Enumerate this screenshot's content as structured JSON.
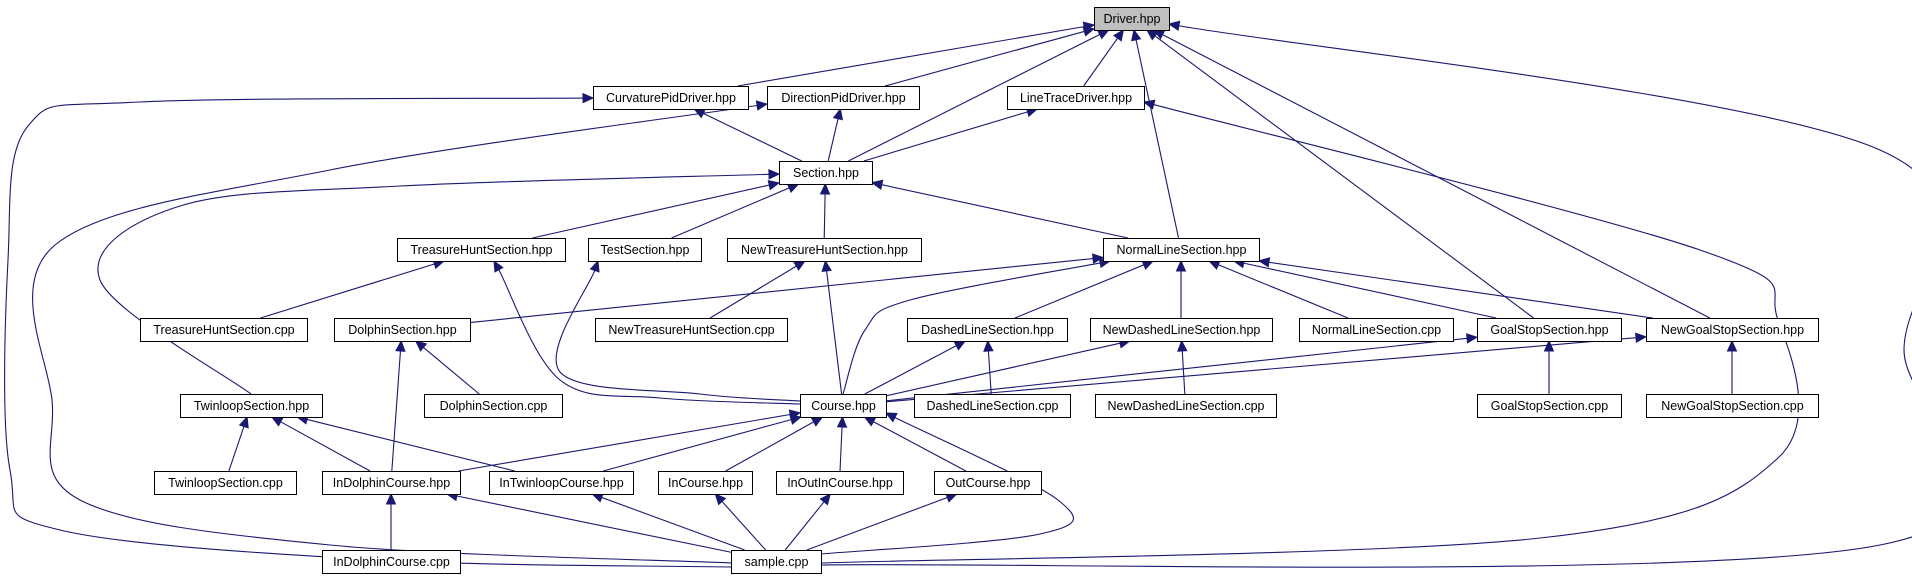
{
  "diagram": {
    "colors": {
      "edge": "#191970",
      "node_border": "#000000",
      "node_fill": "#ffffff",
      "current_fill": "#bfbfbf"
    },
    "nodes": [
      {
        "id": "driver_hpp",
        "label": "Driver.hpp",
        "current": true
      },
      {
        "id": "curvaturepiddriver_hpp",
        "label": "CurvaturePidDriver.hpp"
      },
      {
        "id": "directionpiddriver_hpp",
        "label": "DirectionPidDriver.hpp"
      },
      {
        "id": "linetracedriver_hpp",
        "label": "LineTraceDriver.hpp"
      },
      {
        "id": "section_hpp",
        "label": "Section.hpp"
      },
      {
        "id": "treasurehuntsection_hpp",
        "label": "TreasureHuntSection.hpp"
      },
      {
        "id": "testsection_hpp",
        "label": "TestSection.hpp"
      },
      {
        "id": "newtreasurehuntsection_hpp",
        "label": "NewTreasureHuntSection.hpp"
      },
      {
        "id": "normallinesection_hpp",
        "label": "NormalLineSection.hpp"
      },
      {
        "id": "treasurehuntsection_cpp",
        "label": "TreasureHuntSection.cpp"
      },
      {
        "id": "dolphinsection_hpp",
        "label": "DolphinSection.hpp"
      },
      {
        "id": "newtreasurehuntsection_cpp",
        "label": "NewTreasureHuntSection.cpp"
      },
      {
        "id": "dashedlinesection_hpp",
        "label": "DashedLineSection.hpp"
      },
      {
        "id": "newdashedlinesection_hpp",
        "label": "NewDashedLineSection.hpp"
      },
      {
        "id": "normallinesection_cpp",
        "label": "NormalLineSection.cpp"
      },
      {
        "id": "goalstopsection_hpp",
        "label": "GoalStopSection.hpp"
      },
      {
        "id": "newgoalstopsection_hpp",
        "label": "NewGoalStopSection.hpp"
      },
      {
        "id": "twinloopsection_hpp",
        "label": "TwinloopSection.hpp"
      },
      {
        "id": "dolphinsection_cpp",
        "label": "DolphinSection.cpp"
      },
      {
        "id": "course_hpp",
        "label": "Course.hpp"
      },
      {
        "id": "dashedlinesection_cpp",
        "label": "DashedLineSection.cpp"
      },
      {
        "id": "newdashedlinesection_cpp",
        "label": "NewDashedLineSection.cpp"
      },
      {
        "id": "goalstopsection_cpp",
        "label": "GoalStopSection.cpp"
      },
      {
        "id": "newgoalstopsection_cpp",
        "label": "NewGoalStopSection.cpp"
      },
      {
        "id": "twinloopsection_cpp",
        "label": "TwinloopSection.cpp"
      },
      {
        "id": "indolphincourse_hpp",
        "label": "InDolphinCourse.hpp"
      },
      {
        "id": "intwinloopcourse_hpp",
        "label": "InTwinloopCourse.hpp"
      },
      {
        "id": "incourse_hpp",
        "label": "InCourse.hpp"
      },
      {
        "id": "inoutincourse_hpp",
        "label": "InOutInCourse.hpp"
      },
      {
        "id": "outcourse_hpp",
        "label": "OutCourse.hpp"
      },
      {
        "id": "indolphincourse_cpp",
        "label": "InDolphinCourse.cpp"
      },
      {
        "id": "sample_cpp",
        "label": "sample.cpp"
      }
    ],
    "edges": [
      {
        "from": "curvaturepiddriver_hpp",
        "to": "driver_hpp"
      },
      {
        "from": "directionpiddriver_hpp",
        "to": "driver_hpp"
      },
      {
        "from": "linetracedriver_hpp",
        "to": "driver_hpp"
      },
      {
        "from": "section_hpp",
        "to": "driver_hpp"
      },
      {
        "from": "normallinesection_hpp",
        "to": "driver_hpp"
      },
      {
        "from": "goalstopsection_hpp",
        "to": "driver_hpp"
      },
      {
        "from": "newgoalstopsection_hpp",
        "to": "driver_hpp"
      },
      {
        "from": "sample_cpp",
        "to": "driver_hpp"
      },
      {
        "from": "section_hpp",
        "to": "curvaturepiddriver_hpp"
      },
      {
        "from": "sample_cpp",
        "to": "curvaturepiddriver_hpp"
      },
      {
        "from": "section_hpp",
        "to": "directionpiddriver_hpp"
      },
      {
        "from": "sample_cpp",
        "to": "directionpiddriver_hpp"
      },
      {
        "from": "section_hpp",
        "to": "linetracedriver_hpp"
      },
      {
        "from": "sample_cpp",
        "to": "linetracedriver_hpp"
      },
      {
        "from": "treasurehuntsection_hpp",
        "to": "section_hpp"
      },
      {
        "from": "testsection_hpp",
        "to": "section_hpp"
      },
      {
        "from": "newtreasurehuntsection_hpp",
        "to": "section_hpp"
      },
      {
        "from": "normallinesection_hpp",
        "to": "section_hpp"
      },
      {
        "from": "twinloopsection_hpp",
        "to": "section_hpp"
      },
      {
        "from": "treasurehuntsection_cpp",
        "to": "treasurehuntsection_hpp"
      },
      {
        "from": "course_hpp",
        "to": "treasurehuntsection_hpp"
      },
      {
        "from": "course_hpp",
        "to": "testsection_hpp"
      },
      {
        "from": "newtreasurehuntsection_cpp",
        "to": "newtreasurehuntsection_hpp"
      },
      {
        "from": "course_hpp",
        "to": "newtreasurehuntsection_hpp"
      },
      {
        "from": "dolphinsection_hpp",
        "to": "normallinesection_hpp"
      },
      {
        "from": "dashedlinesection_hpp",
        "to": "normallinesection_hpp"
      },
      {
        "from": "newdashedlinesection_hpp",
        "to": "normallinesection_hpp"
      },
      {
        "from": "normallinesection_cpp",
        "to": "normallinesection_hpp"
      },
      {
        "from": "goalstopsection_hpp",
        "to": "normallinesection_hpp"
      },
      {
        "from": "newgoalstopsection_hpp",
        "to": "normallinesection_hpp"
      },
      {
        "from": "course_hpp",
        "to": "normallinesection_hpp"
      },
      {
        "from": "dolphinsection_cpp",
        "to": "dolphinsection_hpp"
      },
      {
        "from": "indolphincourse_hpp",
        "to": "dolphinsection_hpp"
      },
      {
        "from": "dashedlinesection_cpp",
        "to": "dashedlinesection_hpp"
      },
      {
        "from": "course_hpp",
        "to": "dashedlinesection_hpp"
      },
      {
        "from": "newdashedlinesection_cpp",
        "to": "newdashedlinesection_hpp"
      },
      {
        "from": "course_hpp",
        "to": "newdashedlinesection_hpp"
      },
      {
        "from": "goalstopsection_cpp",
        "to": "goalstopsection_hpp"
      },
      {
        "from": "course_hpp",
        "to": "goalstopsection_hpp"
      },
      {
        "from": "newgoalstopsection_cpp",
        "to": "newgoalstopsection_hpp"
      },
      {
        "from": "course_hpp",
        "to": "newgoalstopsection_hpp"
      },
      {
        "from": "twinloopsection_cpp",
        "to": "twinloopsection_hpp"
      },
      {
        "from": "indolphincourse_hpp",
        "to": "twinloopsection_hpp"
      },
      {
        "from": "intwinloopcourse_hpp",
        "to": "twinloopsection_hpp"
      },
      {
        "from": "indolphincourse_hpp",
        "to": "course_hpp"
      },
      {
        "from": "intwinloopcourse_hpp",
        "to": "course_hpp"
      },
      {
        "from": "incourse_hpp",
        "to": "course_hpp"
      },
      {
        "from": "inoutincourse_hpp",
        "to": "course_hpp"
      },
      {
        "from": "outcourse_hpp",
        "to": "course_hpp"
      },
      {
        "from": "sample_cpp",
        "to": "course_hpp"
      },
      {
        "from": "indolphincourse_cpp",
        "to": "indolphincourse_hpp"
      },
      {
        "from": "sample_cpp",
        "to": "indolphincourse_hpp"
      },
      {
        "from": "sample_cpp",
        "to": "intwinloopcourse_hpp"
      },
      {
        "from": "sample_cpp",
        "to": "incourse_hpp"
      },
      {
        "from": "sample_cpp",
        "to": "inoutincourse_hpp"
      },
      {
        "from": "sample_cpp",
        "to": "outcourse_hpp"
      }
    ]
  }
}
